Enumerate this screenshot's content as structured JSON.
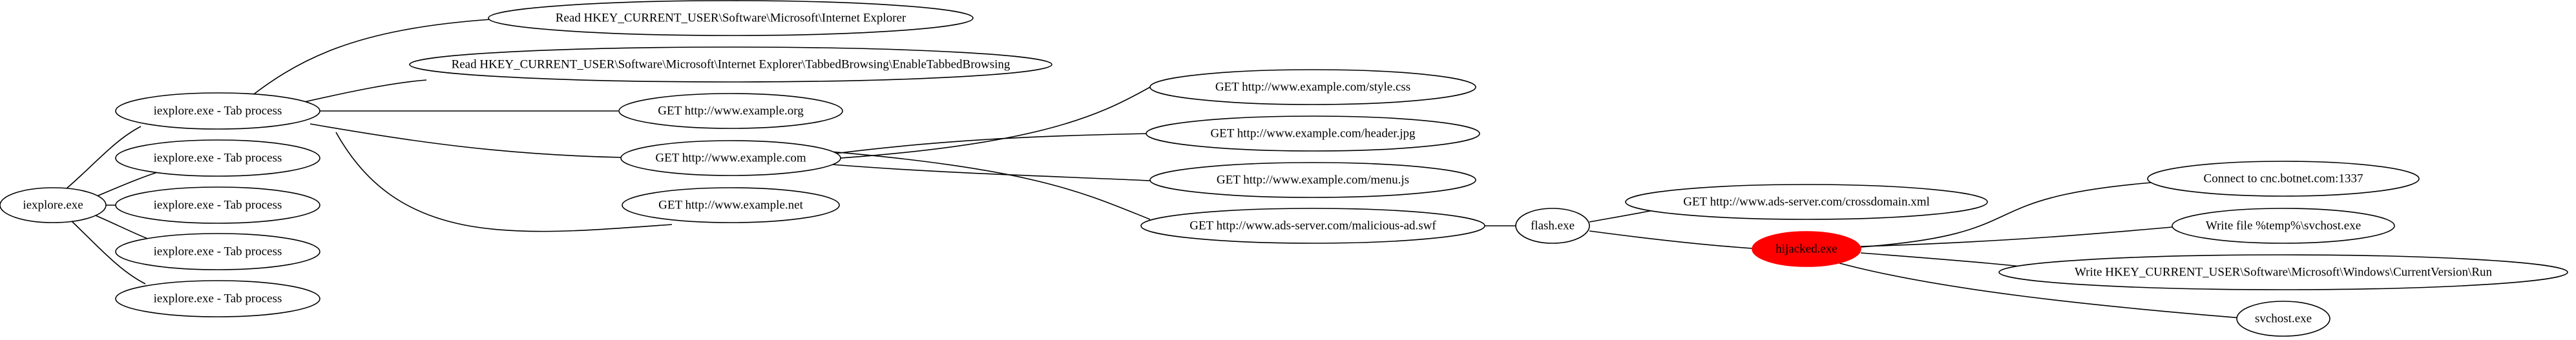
{
  "nodes": [
    {
      "id": "n_iexplore",
      "name": "node-iexplore",
      "label": "iexplore.exe"
    },
    {
      "id": "n_tab1",
      "name": "node-tab-process-1",
      "label": "iexplore.exe - Tab process"
    },
    {
      "id": "n_tab2",
      "name": "node-tab-process-2",
      "label": "iexplore.exe - Tab process"
    },
    {
      "id": "n_tab3",
      "name": "node-tab-process-3",
      "label": "iexplore.exe - Tab process"
    },
    {
      "id": "n_tab4",
      "name": "node-tab-process-4",
      "label": "iexplore.exe - Tab process"
    },
    {
      "id": "n_tab5",
      "name": "node-tab-process-5",
      "label": "iexplore.exe - Tab process"
    },
    {
      "id": "n_readie",
      "name": "node-read-ie-registry",
      "label": "Read HKEY_CURRENT_USER\\Software\\Microsoft\\Internet Explorer"
    },
    {
      "id": "n_readtab",
      "name": "node-read-tabbed-browsing-registry",
      "label": "Read HKEY_CURRENT_USER\\Software\\Microsoft\\Internet Explorer\\TabbedBrowsing\\EnableTabbedBrowsing"
    },
    {
      "id": "n_getorg",
      "name": "node-get-example-org",
      "label": "GET http://www.example.org"
    },
    {
      "id": "n_getcom",
      "name": "node-get-example-com",
      "label": "GET http://www.example.com"
    },
    {
      "id": "n_getnet",
      "name": "node-get-example-net",
      "label": "GET http://www.example.net"
    },
    {
      "id": "n_css",
      "name": "node-get-style-css",
      "label": "GET http://www.example.com/style.css"
    },
    {
      "id": "n_jpg",
      "name": "node-get-header-jpg",
      "label": "GET http://www.example.com/header.jpg"
    },
    {
      "id": "n_js",
      "name": "node-get-menu-js",
      "label": "GET http://www.example.com/menu.js"
    },
    {
      "id": "n_swf",
      "name": "node-get-malicious-ad-swf",
      "label": "GET http://www.ads-server.com/malicious-ad.swf"
    },
    {
      "id": "n_flash",
      "name": "node-flash-exe",
      "label": "flash.exe"
    },
    {
      "id": "n_xml",
      "name": "node-get-crossdomain-xml",
      "label": "GET http://www.ads-server.com/crossdomain.xml"
    },
    {
      "id": "n_hijack",
      "name": "node-hijacked-process",
      "label": "hijacked.exe",
      "highlight": true
    },
    {
      "id": "n_cnc",
      "name": "node-connect-cnc",
      "label": "Connect to cnc.botnet.com:1337"
    },
    {
      "id": "n_write",
      "name": "node-write-svchost-file",
      "label": "Write file %temp%\\svchost.exe"
    },
    {
      "id": "n_run",
      "name": "node-write-run-registry",
      "label": "Write HKEY_CURRENT_USER\\Software\\Microsoft\\Windows\\CurrentVersion\\Run"
    },
    {
      "id": "n_svchost",
      "name": "node-svchost-exe",
      "label": "svchost.exe"
    }
  ],
  "edges": [
    {
      "from": "n_iexplore",
      "to": "n_tab1"
    },
    {
      "from": "n_iexplore",
      "to": "n_tab2"
    },
    {
      "from": "n_iexplore",
      "to": "n_tab3"
    },
    {
      "from": "n_iexplore",
      "to": "n_tab4"
    },
    {
      "from": "n_iexplore",
      "to": "n_tab5"
    },
    {
      "from": "n_tab1",
      "to": "n_readie"
    },
    {
      "from": "n_tab1",
      "to": "n_readtab"
    },
    {
      "from": "n_tab1",
      "to": "n_getorg"
    },
    {
      "from": "n_tab1",
      "to": "n_getcom"
    },
    {
      "from": "n_tab1",
      "to": "n_getnet"
    },
    {
      "from": "n_getcom",
      "to": "n_css"
    },
    {
      "from": "n_getcom",
      "to": "n_jpg"
    },
    {
      "from": "n_getcom",
      "to": "n_js"
    },
    {
      "from": "n_getcom",
      "to": "n_swf"
    },
    {
      "from": "n_swf",
      "to": "n_flash"
    },
    {
      "from": "n_flash",
      "to": "n_xml"
    },
    {
      "from": "n_flash",
      "to": "n_hijack"
    },
    {
      "from": "n_hijack",
      "to": "n_cnc"
    },
    {
      "from": "n_hijack",
      "to": "n_write"
    },
    {
      "from": "n_hijack",
      "to": "n_run"
    },
    {
      "from": "n_hijack",
      "to": "n_svchost"
    }
  ]
}
